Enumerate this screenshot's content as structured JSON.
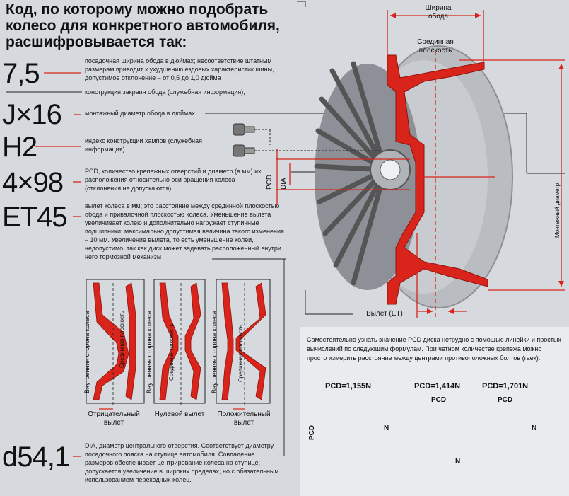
{
  "title": "Код, по которому можно подобрать колесо для конкретного автомобиля, расшифровывается так:",
  "codes": [
    {
      "code": "7,5",
      "desc": "посадочная ширина обода в дюймах; несоответствие штатным размерам приводит к ухудшению ездовых характеристик шины, допустимое отклонение – от 0,5 до 1,0 дюйма"
    },
    {
      "code": "J×16",
      "desc": "монтажный диаметр обода в дюймах"
    },
    {
      "code": "H2",
      "desc": "индекс конструкции хампов (служебная информация)"
    },
    {
      "code": "4×98",
      "desc": "PCD, количество крепежных отверстий и диаметр (в мм) их расположения относительно оси вращения колеса (отклонения не допускаются)"
    },
    {
      "code": "ET45",
      "desc": "вылет колеса в мм; это расстояние между срединной плоскостью обода и привалочной плоскостью колеса. Уменьшение вылета увеличивает колею и дополнительно нагружает ступичные подшипники; максимально допустимая величина такого изменения – 10 мм. Увеличение вылета, то есть уменьшение колеи, недопустимо, так как диск может задевать расположенный внутри него тормозной механизм"
    },
    {
      "code": "d54,1",
      "desc": "DIA, диаметр центрального отверстия. Соответствует диаметру посадочного пояска на ступице автомобиля. Совпадение размеров обеспечивает центрирование колеса на ступице; допускается увеличение в широких пределах, но с обязательным использованием переходных колец."
    }
  ],
  "flange_note": "конструкция закраин обода (служебная информация);",
  "wheel_labels": {
    "rim_width": "Ширина обода",
    "mid_plane": "Срединная плоскость",
    "pcd": "PCD",
    "dia": "DIA",
    "offset": "Вылет (ET)",
    "mount_diameter": "Монтажный диаметр"
  },
  "offset_profiles": [
    {
      "side": "Внутренняя сторона колеса",
      "plane": "Срединная плоскость",
      "caption": "Отрицательный вылет"
    },
    {
      "side": "Внутренняя сторона колеса",
      "plane": "Срединная плоскость",
      "caption": "Нулевой вылет"
    },
    {
      "side": "Внутренняя сторона колеса",
      "plane": "Срединная плоскость",
      "caption": "Положительный вылет"
    }
  ],
  "pcd_box": {
    "text": "Самостоятельно узнать значение PCD диска нетрудно с помощью линейки и простых вычислений по следующим формулам. При четном количестве крепежа можно просто измерить расстояние между центрами противоположных болтов (гаек).",
    "formulas": [
      "PCD=1,155N",
      "PCD=1,414N",
      "PCD=1,701N"
    ],
    "pcd_label": "PCD",
    "n_label": "N"
  },
  "colors": {
    "accent": "#d8241a",
    "background": "#d6d9dd"
  }
}
